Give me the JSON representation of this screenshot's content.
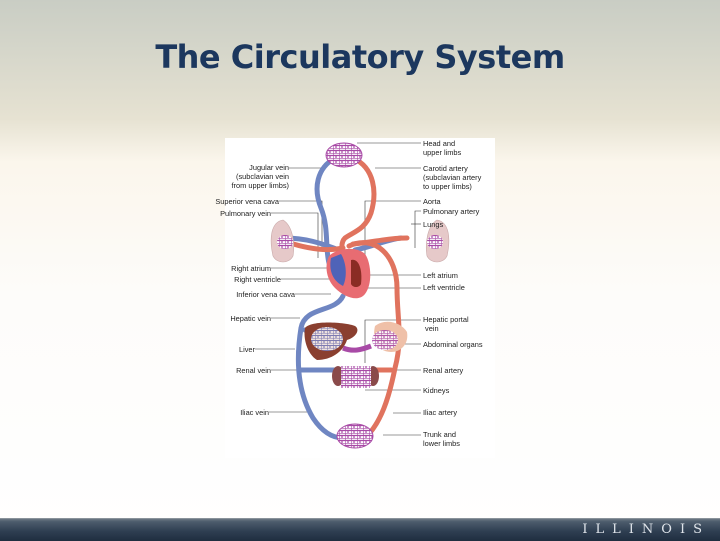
{
  "slide": {
    "title": "The Circulatory System",
    "footer_brand": "ILLINOIS"
  },
  "figure": {
    "left_labels": [
      "Jugular vein\n(subclavian vein\nfrom upper limbs)",
      "Superior vena cava",
      "Pulmonary vein",
      "Right atrium",
      "Right ventricle",
      "Inferior vena cava",
      "Hepatic vein",
      "Liver",
      "Renal vein",
      "Iliac vein"
    ],
    "right_labels": [
      "Head and\nupper limbs",
      "Carotid artery\n(subclavian artery\nto upper limbs)",
      "Aorta",
      "Pulmonary artery",
      "Lungs",
      "Left atrium",
      "Left ventricle",
      "Hepatic portal\n vein",
      "Abdominal organs",
      "Renal artery",
      "Kidneys",
      "Iliac artery",
      "Trunk and\nlower limbs"
    ],
    "colors": {
      "vein": "#6f86c2",
      "artery": "#e0735e",
      "capillary": "#a84aa6",
      "lung": "#e6c9c9",
      "liver": "#8a3f2f",
      "heart": "#e86c72"
    }
  }
}
